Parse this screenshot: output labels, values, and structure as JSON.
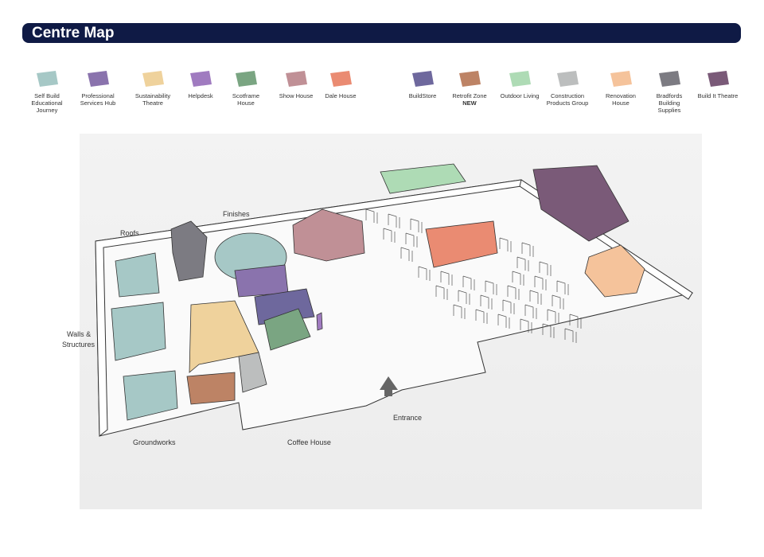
{
  "header": {
    "title": "Centre Map"
  },
  "legend": [
    {
      "label": "Self Build Educational Journey",
      "color": "#a6c8c6"
    },
    {
      "label": "Professional Services Hub",
      "color": "#8a73ad"
    },
    {
      "label": "Sustainability Theatre",
      "color": "#efd29c"
    },
    {
      "label": "Helpdesk",
      "color": "#a07bc0"
    },
    {
      "label": "Scotframe House",
      "color": "#7aa582"
    },
    {
      "label": "Show House",
      "color": "#c09096"
    },
    {
      "label": "Dale House",
      "color": "#ea8b72"
    },
    {
      "label": "BuildStore",
      "color": "#6e689d"
    },
    {
      "label": "Retrofit Zone",
      "badge": "NEW",
      "color": "#bd8365"
    },
    {
      "label": "Outdoor Living",
      "color": "#aedbb5"
    },
    {
      "label": "Construction Products Group",
      "color": "#bcbebe"
    },
    {
      "label": "Renovation House",
      "color": "#f5c39b"
    },
    {
      "label": "Bradfords Building Supplies",
      "color": "#7c7b82"
    },
    {
      "label": "Build It Theatre",
      "color": "#7a5a78"
    }
  ],
  "map": {
    "zones": {
      "roofs": "Roofs",
      "finishes": "Finishes",
      "walls_line1": "Walls &",
      "walls_line2": "Structures",
      "groundworks": "Groundworks",
      "coffee_house": "Coffee House",
      "entrance": "Entrance"
    }
  }
}
